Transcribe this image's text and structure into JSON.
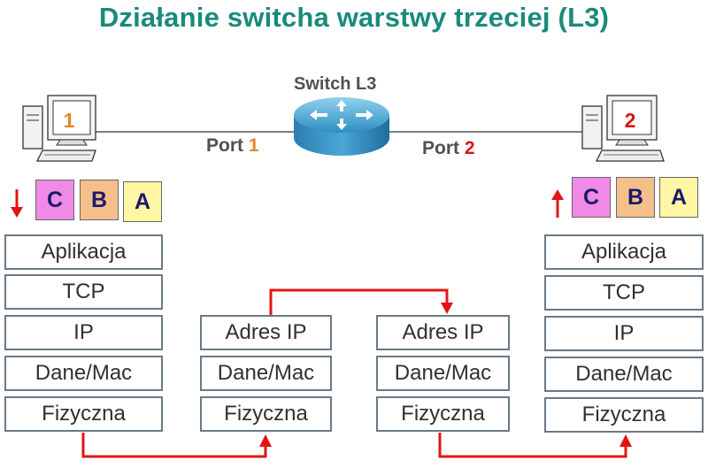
{
  "title": "Działanie switcha warstwy trzeciej (L3)",
  "switch": {
    "label": "Switch L3"
  },
  "ports": [
    {
      "prefix": "Port ",
      "num": "1",
      "color": "#e08a2a"
    },
    {
      "prefix": "Port ",
      "num": "2",
      "color": "#d61616"
    }
  ],
  "pcs": [
    {
      "num": "1",
      "color": "#e08a2a"
    },
    {
      "num": "2",
      "color": "#d61616"
    }
  ],
  "packet": [
    "C",
    "B",
    "A"
  ],
  "stacks": {
    "left": [
      "Aplikacja",
      "TCP",
      "IP",
      "Dane/Mac",
      "Fizyczna"
    ],
    "right": [
      "Aplikacja",
      "TCP",
      "IP",
      "Dane/Mac",
      "Fizyczna"
    ],
    "mid_left": [
      "Adres IP",
      "Dane/Mac",
      "Fizyczna"
    ],
    "mid_right": [
      "Adres IP",
      "Dane/Mac",
      "Fizyczna"
    ]
  },
  "colors": {
    "title": "#1a8a7a",
    "arrow": "#e21414",
    "switch": "#2f8fc1"
  }
}
